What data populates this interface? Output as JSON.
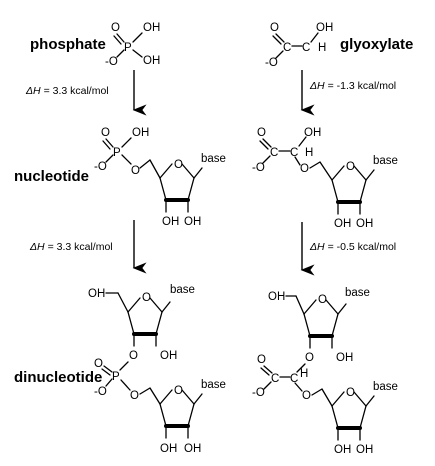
{
  "labels": {
    "phosphate": "phosphate",
    "glyoxylate": "glyoxylate",
    "nucleotide": "nucleotide",
    "dinucleotide": "dinucleotide"
  },
  "enthalpy": {
    "left_1": "= 3.3 kcal/mol",
    "left_2": "= 3.3 kcal/mol",
    "right_1": "= -1.3 kcal/mol",
    "right_2": "= -0.5 kcal/mol",
    "symbol": "ΔH"
  },
  "atoms": {
    "O": "O",
    "OH": "OH",
    "P": "P",
    "C": "C",
    "H": "H",
    "minusO": "-O",
    "base": "base"
  }
}
